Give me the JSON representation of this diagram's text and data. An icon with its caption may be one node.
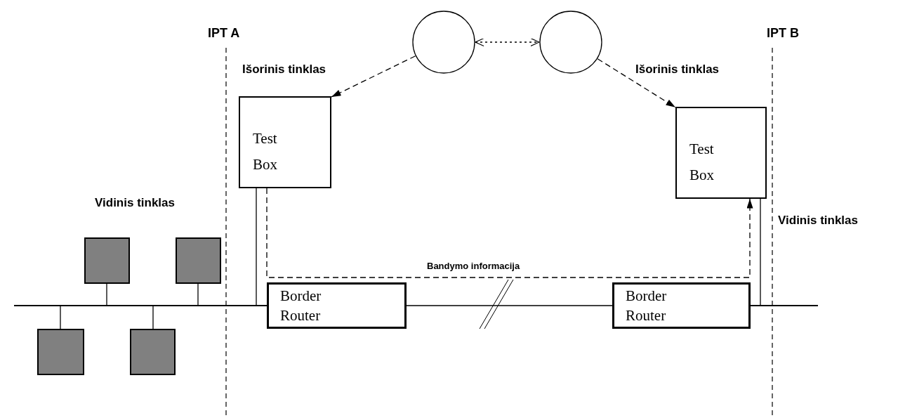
{
  "diagram": {
    "nodes": [
      {
        "text": [],
        "shape": "circle"
      },
      {
        "text": [],
        "shape": "circle"
      },
      {
        "text": [
          "Test Box"
        ]
      },
      {
        "text": [
          "Test Box"
        ]
      },
      {
        "text": [
          "Border Router"
        ]
      },
      {
        "text": [
          "Border Router"
        ]
      },
      {
        "text": [],
        "shape": "box"
      },
      {
        "text": [],
        "shape": "box"
      },
      {
        "text": [],
        "shape": "box"
      },
      {
        "text": [],
        "shape": "box"
      },
      {
        "text": [],
        "shape": "bar"
      },
      {
        "text": [],
        "shape": "bar"
      }
    ],
    "edges": [
      {
        "from": 0,
        "to": 1,
        "arrow": "both",
        "style": "dashed"
      },
      {
        "from": 0,
        "to": 2,
        "arrow": "to",
        "style": "dashed"
      },
      {
        "from": 1,
        "to": 3,
        "arrow": "to",
        "style": "dashed"
      },
      {
        "from": 2,
        "to": 3,
        "arrow": "to",
        "style": "dashed",
        "label": "Bandymo informacija"
      },
      {
        "from": 6,
        "to": 10,
        "arrow": "none"
      },
      {
        "from": 7,
        "to": 10,
        "arrow": "none"
      },
      {
        "from": 8,
        "to": 10,
        "arrow": "none"
      },
      {
        "from": 9,
        "to": 10,
        "arrow": "none"
      },
      {
        "from": 2,
        "to": 10,
        "arrow": "none"
      },
      {
        "from": 4,
        "to": 5,
        "arrow": "none"
      },
      {
        "from": 3,
        "to": 11,
        "arrow": "none"
      }
    ],
    "labels": [
      "IPT A",
      "IPT B",
      "Išorinis tinklas",
      "Išorinis tinklas",
      "Vidinis tinklas",
      "Vidinis tinklas"
    ]
  }
}
